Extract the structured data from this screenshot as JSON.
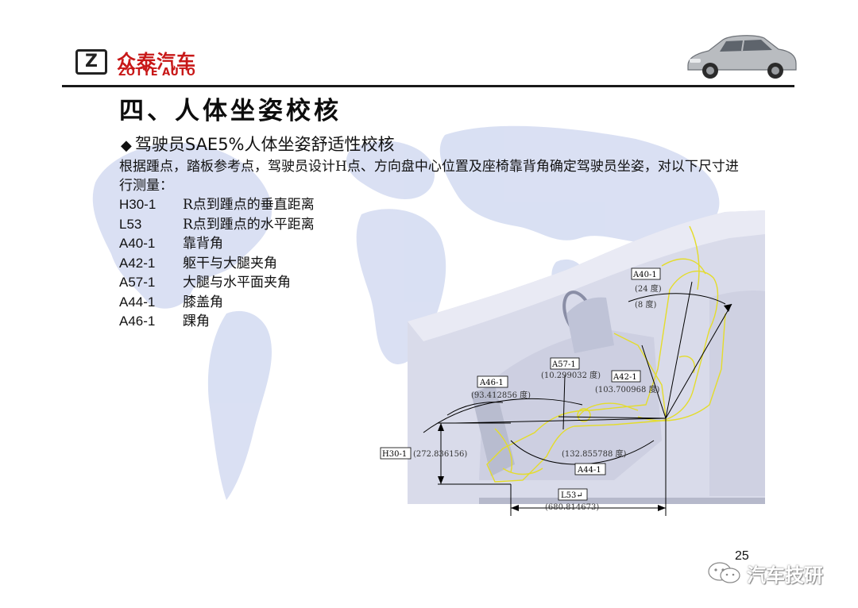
{
  "header": {
    "logo_mark": "Z",
    "logo_cn": "众泰汽车",
    "logo_en": "ZOTYE AUTO"
  },
  "title": "四、人体坐姿校核",
  "subtitle": {
    "bullet": "◆",
    "text": "驾驶员SAE5%人体坐姿舒适性校核"
  },
  "intro": "根据踵点，踏板参考点，驾驶员设计H点、方向盘中心位置及座椅靠背角确定驾驶员坐姿，对以下尺寸进行测量：",
  "params": [
    {
      "code": "H30-1",
      "desc": "R点到踵点的垂直距离"
    },
    {
      "code": "L53",
      "desc": "R点到踵点的水平距离"
    },
    {
      "code": "A40-1",
      "desc": "靠背角"
    },
    {
      "code": "A42-1",
      "desc": "躯干与大腿夹角"
    },
    {
      "code": "A57-1",
      "desc": "大腿与水平面夹角"
    },
    {
      "code": "A44-1",
      "desc": "膝盖角"
    },
    {
      "code": "A46-1",
      "desc": "踝角"
    }
  ],
  "diagram": {
    "a40_code": "A40-1",
    "a40_value": "(24 度)",
    "a40_value2": "(8 度)",
    "a57_code": "A57-1",
    "a57_value": "(10.299032 度)",
    "a42_code": "A42-1",
    "a42_value": "(103.700968 度)",
    "a46_code": "A46-1",
    "a46_value": "(93.412856 度)",
    "h30_code": "H30-1",
    "h30_value": "(272.836156)",
    "a44_value": "(132.855788 度)",
    "a44_code": "A44-1",
    "l53_code": "L53↵",
    "l53_value": "(680.814673)"
  },
  "page_number": "25",
  "watermark": "汽车技研",
  "colors": {
    "brand_red": "#c81818",
    "mannequin_yellow": "#e8e030",
    "map_blue": "#c9d3ee"
  }
}
